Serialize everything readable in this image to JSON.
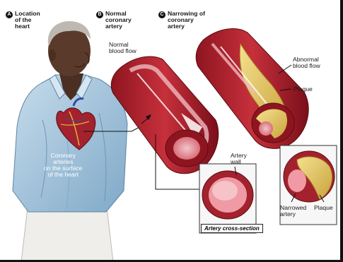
{
  "panels": {
    "a": {
      "badge": "A",
      "title_lines": [
        "Location",
        "of the",
        "heart"
      ]
    },
    "b": {
      "badge": "B",
      "title_lines": [
        "Normal",
        "coronary",
        "artery"
      ]
    },
    "c": {
      "badge": "C",
      "title_lines": [
        "Narrowing of",
        "coronary",
        "artery"
      ]
    }
  },
  "labels": {
    "normal_blood_flow": [
      "Normal",
      "blood flow"
    ],
    "abnormal_blood_flow": [
      "Abnormal",
      "blood flow"
    ],
    "plaque": "Plaque",
    "artery_wall": [
      "Artery",
      "wall"
    ],
    "coronary_arteries": [
      "Coronary",
      "arteries",
      "on the surface",
      "of the heart"
    ],
    "artery_cross_section": "Artery cross-section",
    "narrowed_artery": [
      "Narrowed",
      "artery"
    ],
    "plaque_cross_section": "Plaque"
  },
  "colors": {
    "artery_red": "#b3202b",
    "artery_dark": "#7a0f1a",
    "artery_pink": "#e8a0a8",
    "plaque_yellow": "#e9cf6b",
    "shirt_blue": "#9ec3dc",
    "skin": "#5a3a2a"
  }
}
